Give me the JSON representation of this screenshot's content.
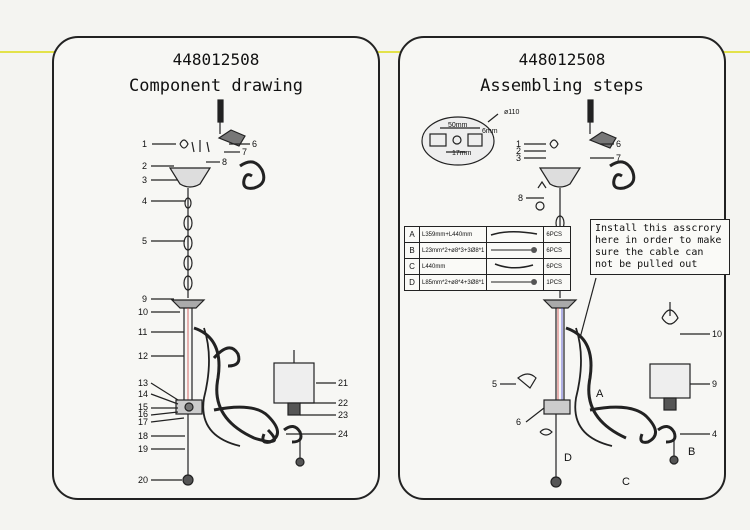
{
  "left": {
    "code": "448012508",
    "title": "Component drawing",
    "labels": [
      "1",
      "2",
      "3",
      "4",
      "5",
      "6",
      "7",
      "8",
      "9",
      "10",
      "11",
      "12",
      "13",
      "14",
      "15",
      "16",
      "17",
      "18",
      "19",
      "20",
      "21",
      "22",
      "23",
      "24"
    ]
  },
  "right": {
    "code": "448012508",
    "title": "Assembling steps",
    "diameter": "ø110",
    "dim_50": "50mm",
    "dim_6": "6mm",
    "dim_17": "17mm",
    "note": "Install this asscrory here in order to make sure the cable can not be pulled out",
    "parts": [
      {
        "letter": "A",
        "dims": "L359mm+L440mm",
        "qty": "6PCS"
      },
      {
        "letter": "B",
        "dims": "L23mm*2+ø8*3+3Ø8*1",
        "qty": "6PCS"
      },
      {
        "letter": "C",
        "dims": "L440mm",
        "qty": "6PCS"
      },
      {
        "letter": "D",
        "dims": "L85mm*2+ø8*4+3Ø8*1",
        "qty": "1PCS"
      }
    ],
    "labels": {
      "l1": "1",
      "l2": "2",
      "l3": "3",
      "l6": "6",
      "l7": "7",
      "l8": "8",
      "l5": "5",
      "l6b": "6",
      "l10": "10",
      "l9": "9",
      "l4": "4",
      "A": "A",
      "B": "B",
      "C": "C",
      "D": "D"
    }
  }
}
